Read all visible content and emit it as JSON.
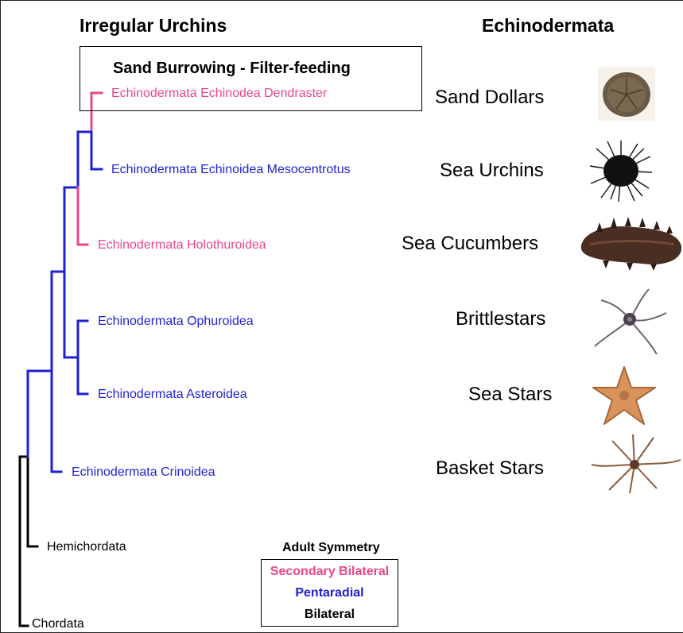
{
  "headings": {
    "left": "Irregular Urchins",
    "right": "Echinodermata"
  },
  "highlight_box": {
    "title": "Sand Burrowing - Filter-feeding"
  },
  "taxa": {
    "dendraster": "Echinodermata Echinodea Dendraster",
    "mesocentrotus": "Echinodermata Echinoidea Mesocentrotus",
    "holothuroidea": "Echinodermata Holothuroidea",
    "ophuroidea": "Echinodermata Ophuroidea",
    "asteroidea": "Echinodermata Asteroidea",
    "crinoidea": "Echinodermata Crinoidea",
    "hemichordata": "Hemichordata",
    "chordata": "Chordata"
  },
  "common_names": {
    "sand_dollars": "Sand Dollars",
    "sea_urchins": "Sea Urchins",
    "sea_cucumbers": "Sea Cucumbers",
    "brittlestars": "Brittlestars",
    "sea_stars": "Sea Stars",
    "basket_stars": "Basket Stars"
  },
  "legend": {
    "title": "Adult Symmetry",
    "secondary_bilateral": "Secondary Bilateral",
    "pentaradial": "Pentaradial",
    "bilateral": "Bilateral"
  },
  "colors": {
    "secondary_bilateral": "#e8478b",
    "pentaradial": "#1f1fd6",
    "bilateral": "#000000"
  }
}
